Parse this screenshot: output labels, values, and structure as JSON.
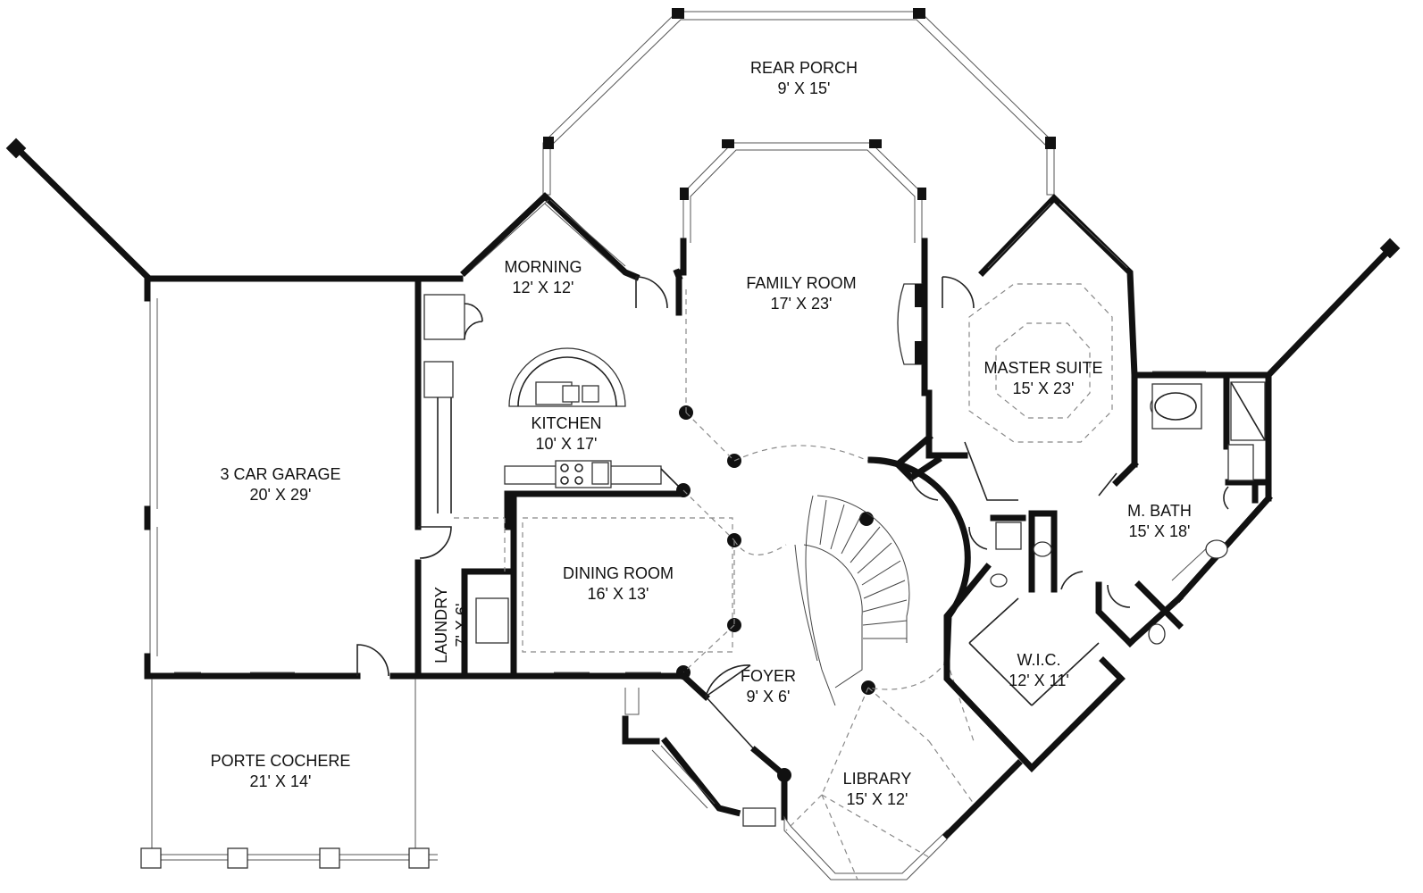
{
  "rooms": {
    "rear_porch": {
      "name": "REAR PORCH",
      "dims": "9' X 15'"
    },
    "morning": {
      "name": "MORNING",
      "dims": "12' X 12'"
    },
    "family_room": {
      "name": "FAMILY ROOM",
      "dims": "17' X 23'"
    },
    "master_suite": {
      "name": "MASTER SUITE",
      "dims": "15' X 23'"
    },
    "kitchen": {
      "name": "KITCHEN",
      "dims": "10' X 17'"
    },
    "garage": {
      "name": "3 CAR GARAGE",
      "dims": "20' X 29'"
    },
    "dining_room": {
      "name": "DINING ROOM",
      "dims": "16' X 13'"
    },
    "laundry": {
      "name": "LAUNDRY",
      "dims": "7' X 6'"
    },
    "m_bath": {
      "name": "M. BATH",
      "dims": "15' X 18'"
    },
    "wic": {
      "name": "W.I.C.",
      "dims": "12' X 11'"
    },
    "foyer": {
      "name": "FOYER",
      "dims": "9' X 6'"
    },
    "porte_cochere": {
      "name": "PORTE COCHERE",
      "dims": "21' X 14'"
    },
    "library": {
      "name": "LIBRARY",
      "dims": "15' X 12'"
    }
  }
}
